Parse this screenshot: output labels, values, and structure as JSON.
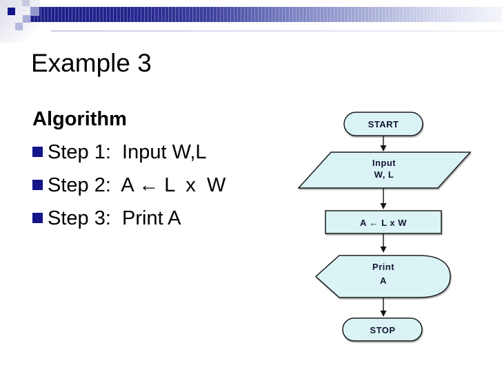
{
  "slide": {
    "title": "Example 3",
    "body": {
      "heading": "Algorithm",
      "steps": [
        {
          "label": "Step 1:  Input W,L"
        },
        {
          "label": "Step 2:  A ← L  x  W"
        },
        {
          "label": "Step 3:  Print A"
        }
      ]
    },
    "flowchart": {
      "start_label": "START",
      "input_line1": "Input",
      "input_line2": "W, L",
      "process_label": "A ← L x W",
      "print_line1": "Print",
      "print_line2": "A",
      "stop_label": "STOP"
    },
    "colors": {
      "bullet_navy": "#15158a",
      "banner_dark": "#1e1e88",
      "banner_light": "#f4f5fb",
      "shape_fill": "#daf4f6",
      "shape_border": "#1a1a1a",
      "shape_text": "#141432"
    }
  }
}
